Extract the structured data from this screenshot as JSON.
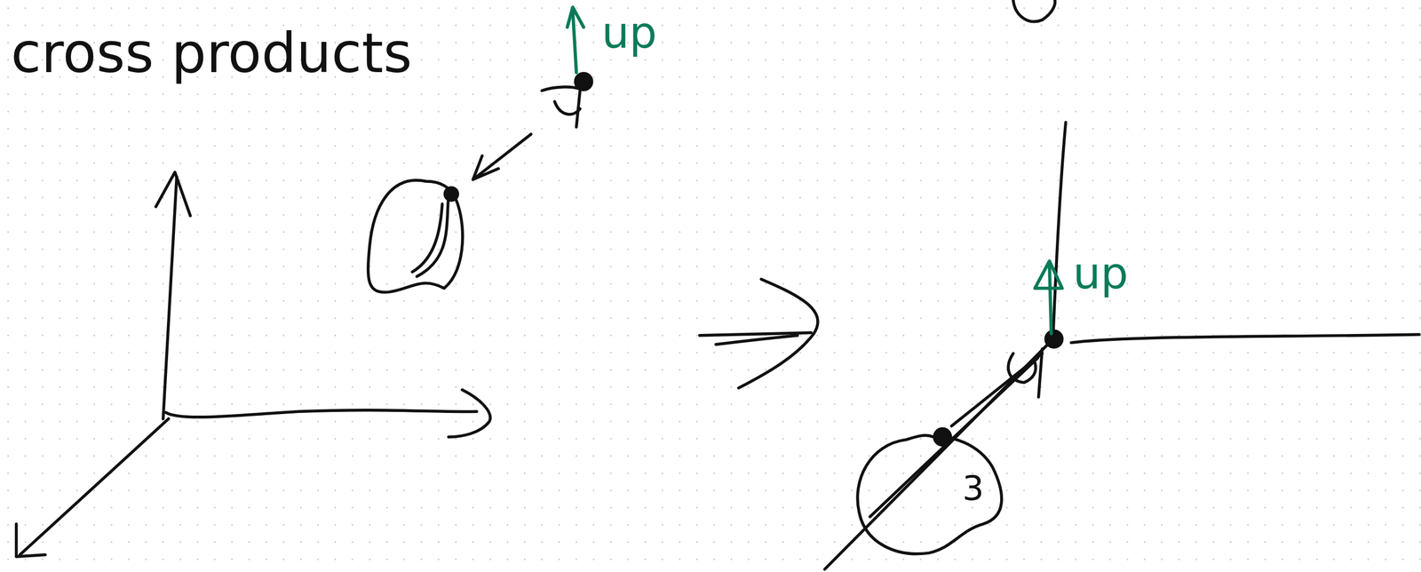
{
  "diagram": {
    "title": "cross products",
    "labels": [
      "up",
      "up",
      "3"
    ]
  }
}
